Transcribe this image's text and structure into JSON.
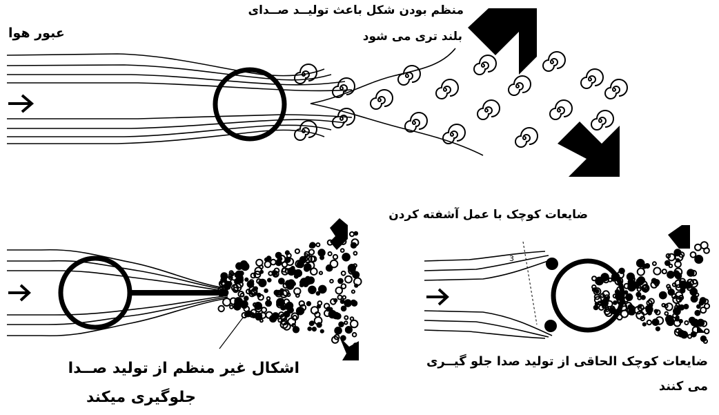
{
  "labels": {
    "airflow": "عبور هوا",
    "top_caption_line1": "منظم بودن شکل باعث تولیــد صــدای",
    "top_caption_line2": "بلند تری می شود",
    "right_top_caption": "ضایعات کوچک با عمل آشفته کردن",
    "left_caption_line1": "اشکال غیر منظم از تولید صــدا",
    "left_caption_line2": "جلوگیری میکند",
    "right_bottom_caption_line1": "ضایعات کوچک الحاقی از تولید صدا جلو گیــری",
    "right_bottom_caption_line2": "می کنند",
    "small_marker": "3"
  },
  "colors": {
    "ink": "#000000",
    "background": "#ffffff"
  },
  "icons": [
    "flow-direction-arrow",
    "sound-emission-arrow",
    "cylinder",
    "vortex",
    "turbulent-particle"
  ]
}
